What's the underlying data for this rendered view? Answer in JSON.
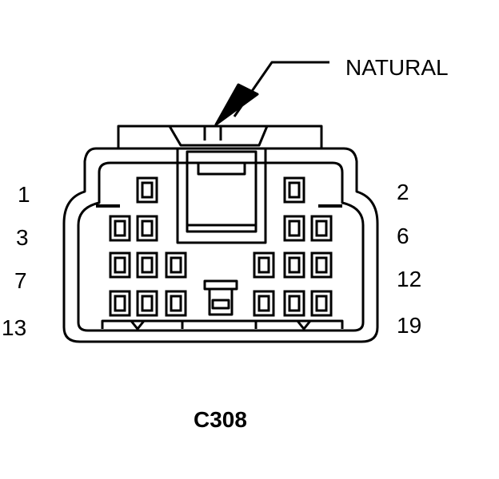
{
  "connector": {
    "name": "C308",
    "color_label": "NATURAL",
    "pin_labels": {
      "row1_left": "1",
      "row1_right": "2",
      "row2_left": "3",
      "row2_right": "6",
      "row3_left": "7",
      "row3_right": "12",
      "row4_left": "13",
      "row4_right": "19"
    }
  },
  "colors": {
    "stroke": "#000000",
    "background": "#ffffff"
  }
}
